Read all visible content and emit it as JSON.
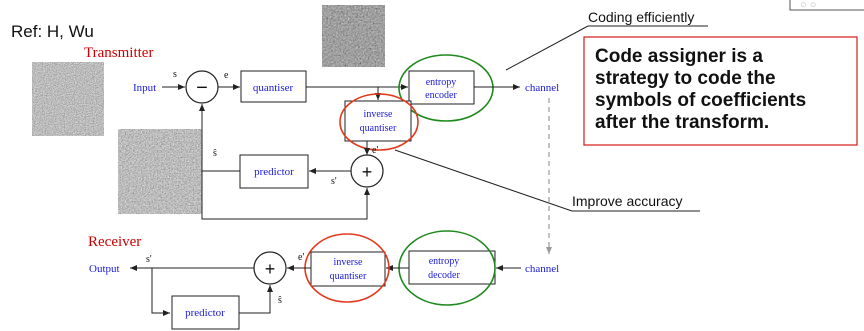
{
  "slide": {
    "reference": "Ref: H, Wu",
    "top_note": "Coding efficiently",
    "mid_note": "Improve accuracy",
    "callout": [
      "Code assigner is a",
      "strategy to code the",
      "symbols of coefficients",
      "after the transform."
    ]
  },
  "transmitter": {
    "heading": "Transmitter",
    "input_label": "Input",
    "quantiser_label": "quantiser",
    "entropy_encoder_line1": "entropy",
    "entropy_encoder_line2": "encoder",
    "channel_label": "channel",
    "inverse_quantiser_line1": "inverse",
    "inverse_quantiser_line2": "quantiser",
    "predictor_label": "predictor",
    "minus_symbol": "−",
    "plus_symbol": "+",
    "sig_s": "s",
    "sig_e": "e",
    "sig_e_prime": "e'",
    "sig_s_hat": "ŝ",
    "sig_s_prime": "s'"
  },
  "receiver": {
    "heading": "Receiver",
    "output_label": "Output",
    "channel_label": "channel",
    "entropy_decoder_line1": "entropy",
    "entropy_decoder_line2": "decoder",
    "inverse_quantiser_line1": "inverse",
    "inverse_quantiser_line2": "quantiser",
    "predictor_label": "predictor",
    "plus_symbol": "+",
    "sig_s_prime": "s'",
    "sig_e_prime": "e'",
    "sig_s_hat": "ŝ"
  },
  "colors": {
    "signal_text": "#1a1adc",
    "heading_red": "#cc0000",
    "ellipse_red": "#e23a1e",
    "ellipse_green": "#1e8a1e",
    "callout_border": "#d41a1a",
    "channel_link": "#9a9a9a"
  }
}
